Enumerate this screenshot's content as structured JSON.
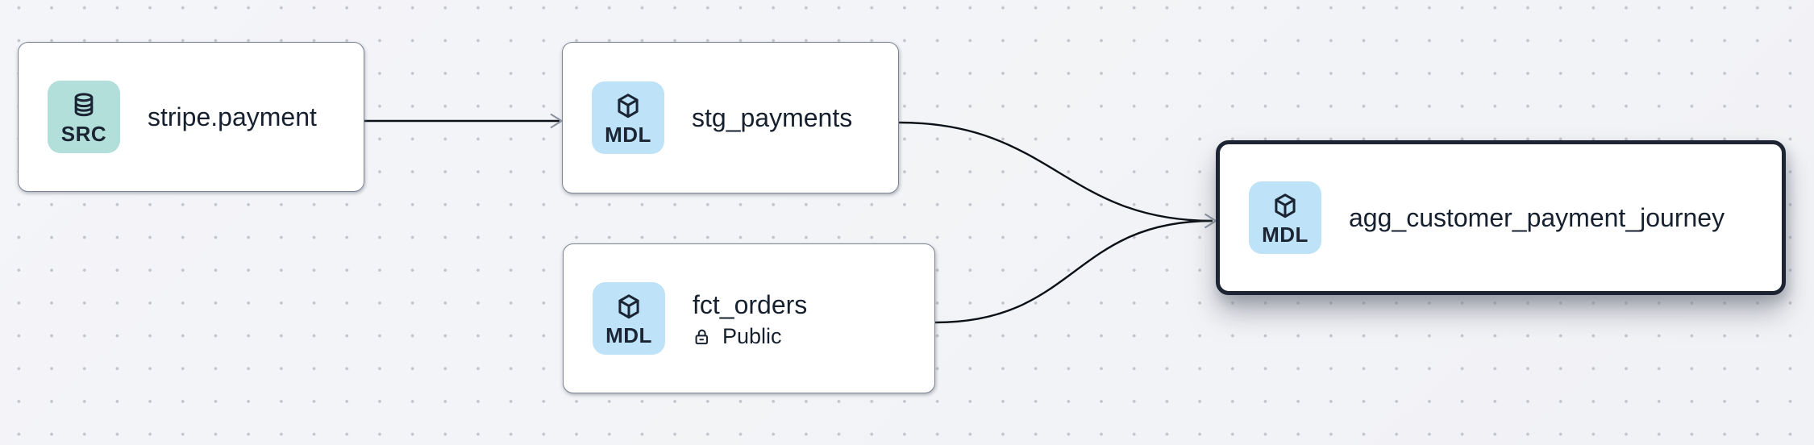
{
  "canvas": {
    "background_color": "#f2f3f6",
    "dot_color": "#c2c5cc"
  },
  "colors": {
    "node_border": "#7b8494",
    "selected_node_border": "#1d2534",
    "node_fill": "#ffffff",
    "title_text": "#16202e",
    "edge": "#0c1117",
    "arrowhead": "#8b93a1",
    "src_badge_bg": "#b3dfdb",
    "mdl_badge_bg": "#bee2f7"
  },
  "nodes": [
    {
      "id": "stripe-payment",
      "title": "stripe.payment",
      "badge": {
        "label": "SRC",
        "icon": "database-icon",
        "color": "#b3dfdb"
      },
      "selected": false
    },
    {
      "id": "stg-payments",
      "title": "stg_payments",
      "badge": {
        "label": "MDL",
        "icon": "cube-icon",
        "color": "#bee2f7"
      },
      "selected": false
    },
    {
      "id": "fct-orders",
      "title": "fct_orders",
      "visibility": {
        "label": "Public",
        "icon": "lock-open-icon"
      },
      "badge": {
        "label": "MDL",
        "icon": "cube-icon",
        "color": "#bee2f7"
      },
      "selected": false
    },
    {
      "id": "agg-customer-payment-journey",
      "title": "agg_customer_payment_journey",
      "badge": {
        "label": "MDL",
        "icon": "cube-icon",
        "color": "#bee2f7"
      },
      "selected": true
    }
  ],
  "edges": [
    {
      "from": "stripe-payment",
      "to": "stg-payments",
      "color": "#0c1117"
    },
    {
      "from": "stg-payments",
      "to": "agg-customer-payment-journey",
      "color": "#0c1117"
    },
    {
      "from": "fct-orders",
      "to": "agg-customer-payment-journey",
      "color": "#0c1117"
    }
  ]
}
